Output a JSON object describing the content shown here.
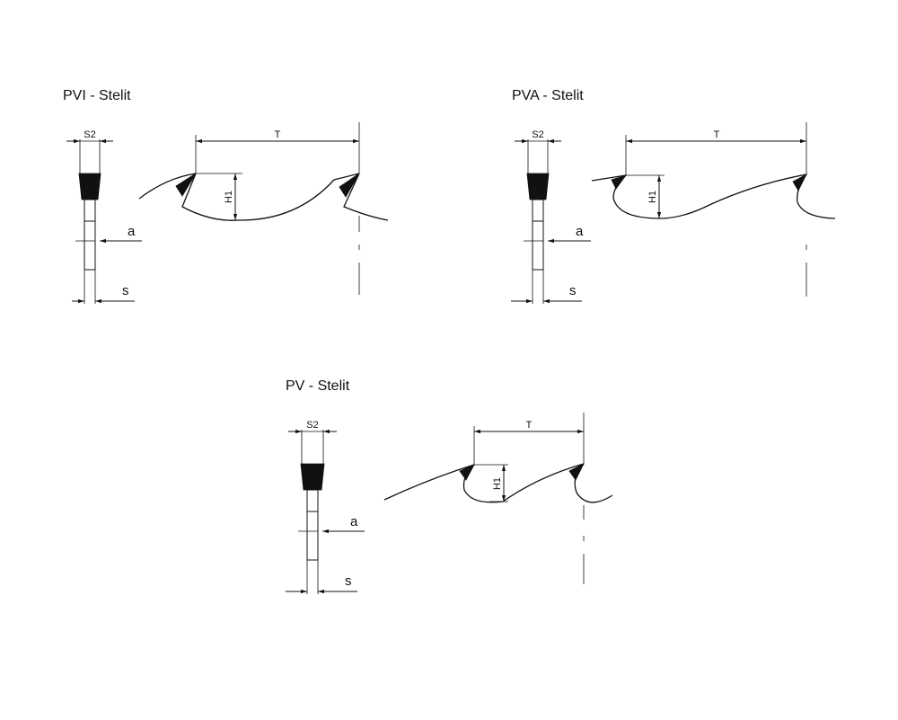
{
  "drawings": [
    {
      "id": "pvi",
      "title": "PVI - Stelit",
      "labels": {
        "s2": "S2",
        "a": "a",
        "s": "s",
        "t": "T",
        "h1": "H1"
      }
    },
    {
      "id": "pva",
      "title": "PVA - Stelit",
      "labels": {
        "s2": "S2",
        "a": "a",
        "s": "s",
        "t": "T",
        "h1": "H1"
      }
    },
    {
      "id": "pv",
      "title": "PV - Stelit",
      "labels": {
        "s2": "S2",
        "a": "a",
        "s": "s",
        "t": "T",
        "h1": "H1"
      }
    }
  ],
  "colors": {
    "ink": "#111111",
    "background": "#ffffff"
  }
}
